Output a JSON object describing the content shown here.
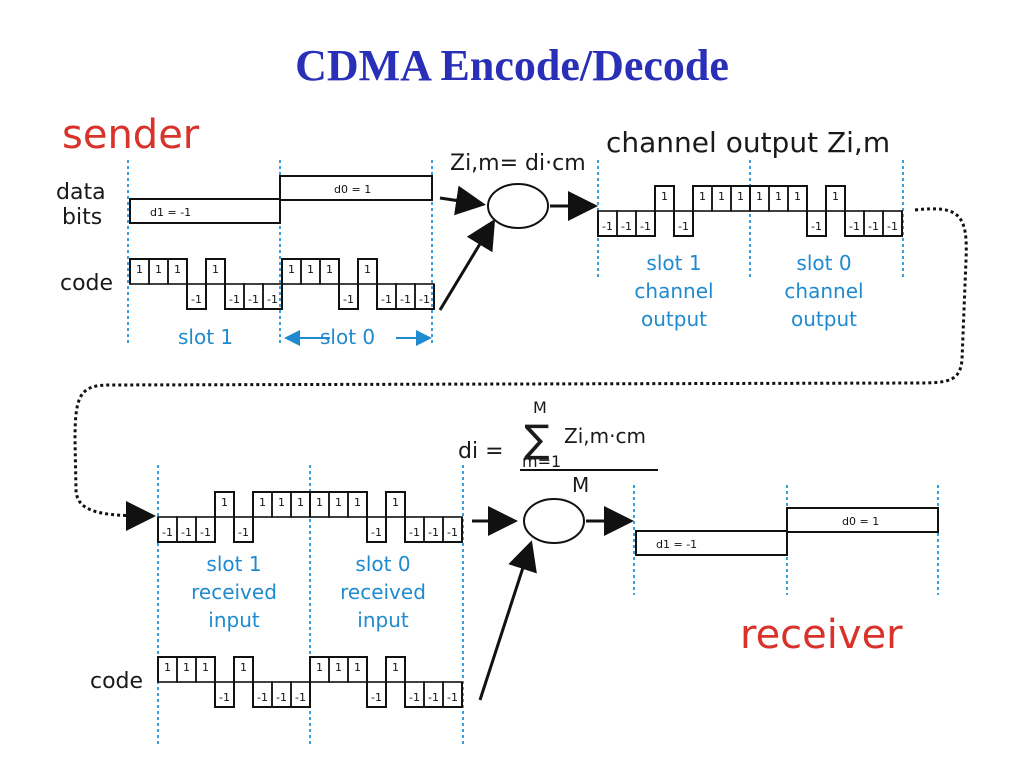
{
  "title": "CDMA Encode/Decode",
  "sender": {
    "label": "sender",
    "data_bits_label": [
      "data",
      "bits"
    ],
    "code_label": "code",
    "d1_label": "d1 = -1",
    "d0_label": "d0 = 1",
    "slot1": "slot 1",
    "slot0": "slot 0"
  },
  "encode_formula": "Zi,m= di·cm",
  "channel": {
    "title": "channel output Zi,m",
    "slot1": [
      "slot 1",
      "channel",
      "output"
    ],
    "slot0": [
      "slot 0",
      "channel",
      "output"
    ]
  },
  "decode_formula": {
    "lhs": "di =",
    "sum_top": "M",
    "sum_body": "Zi,m·cm",
    "sum_bottom": "m=1",
    "denominator": "M"
  },
  "receiver_side": {
    "slot1": [
      "slot 1",
      "received",
      "input"
    ],
    "slot0": [
      "slot 0",
      "received",
      "input"
    ],
    "code_label": "code",
    "d1_label": "d1 = -1",
    "d0_label": "d0 = 1",
    "label": "receiver"
  },
  "code_chips": [
    1,
    1,
    1,
    -1,
    1,
    -1,
    -1,
    -1
  ],
  "slot1_output": [
    -1,
    -1,
    -1,
    1,
    -1,
    1,
    1,
    1
  ],
  "slot0_output": [
    1,
    1,
    1,
    -1,
    1,
    -1,
    -1,
    -1
  ]
}
